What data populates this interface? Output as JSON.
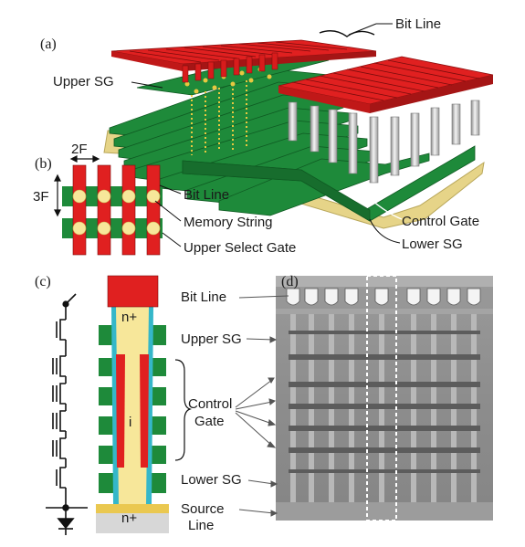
{
  "panels": {
    "a": "(a)",
    "b": "(b)",
    "c": "(c)",
    "d": "(d)"
  },
  "labels": {
    "bit_line_top": "Bit Line",
    "upper_sg_a": "Upper SG",
    "control_gate_a": "Control Gate",
    "lower_sg_a": "Lower SG",
    "dim_2f": "2F",
    "dim_3f": "3F",
    "bit_line_b": "Bit Line",
    "memory_string": "Memory String",
    "upper_select_gate": "Upper Select Gate",
    "n_plus_top": "n+",
    "i_region": "i",
    "n_plus_bottom": "n+",
    "bit_line_d": "Bit Line",
    "upper_sg_d": "Upper SG",
    "control_d_1": "Control",
    "control_d_2": "Gate",
    "lower_sg_d": "Lower SG",
    "source_1": "Source",
    "source_2": "Line"
  },
  "colors": {
    "bitline_red": "#e02020",
    "gate_green": "#1e8a3a",
    "substrate_tan": "#e6d488",
    "channel_yellow": "#f7e79a",
    "pillar_grey": "#cfcfcf",
    "oxide_cyan": "#35b7c9",
    "sem_grey": "#8a8a8a"
  }
}
